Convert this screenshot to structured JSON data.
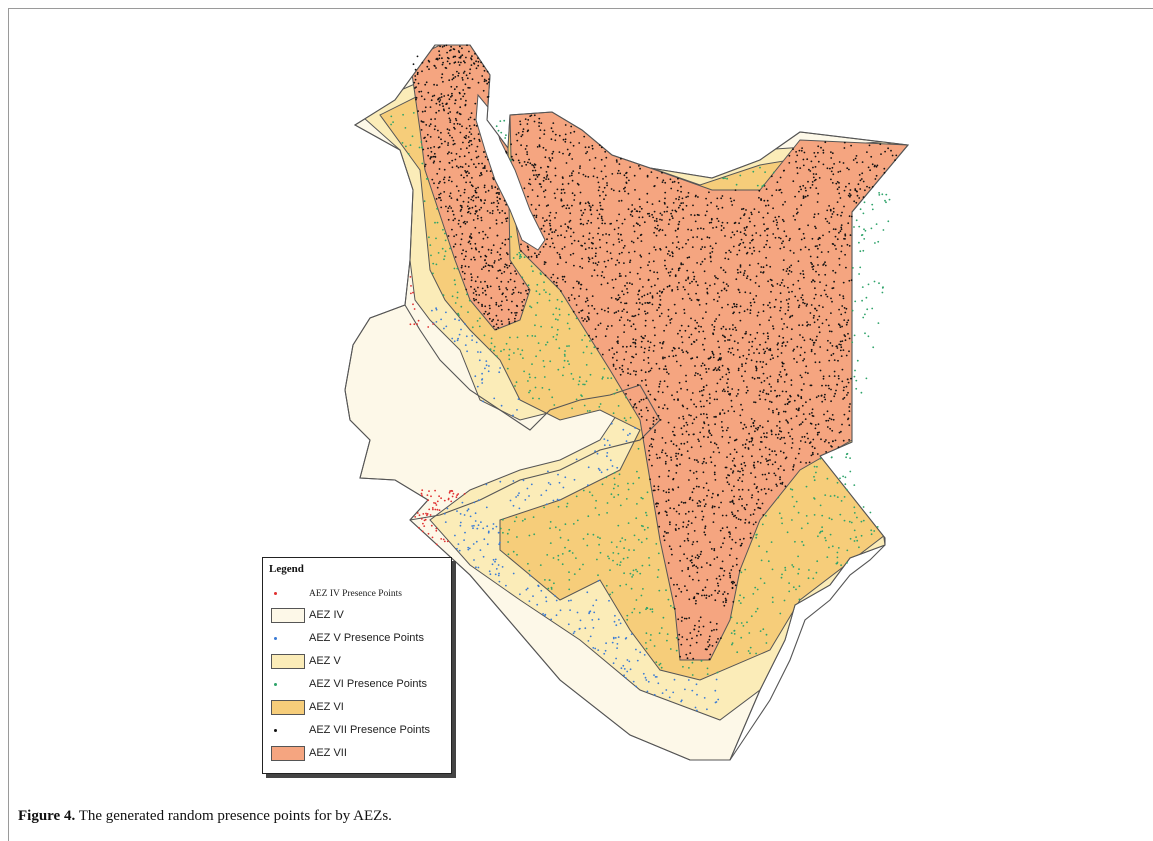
{
  "figure": {
    "label": "Figure 4.",
    "caption": "The generated random presence points for by AEZs."
  },
  "legend": {
    "title": "Legend",
    "items": [
      {
        "kind": "point",
        "label": "AEZ IV Presence Points",
        "color": "#e03030"
      },
      {
        "kind": "zone",
        "label": "AEZ IV",
        "color": "#fdf8e8"
      },
      {
        "kind": "point",
        "label": "AEZ V Presence Points",
        "color": "#3a7bd5"
      },
      {
        "kind": "zone",
        "label": "AEZ V",
        "color": "#fbecb8"
      },
      {
        "kind": "point",
        "label": "AEZ VI Presence Points",
        "color": "#2ea36a"
      },
      {
        "kind": "zone",
        "label": "AEZ VI",
        "color": "#f6cd7a"
      },
      {
        "kind": "point",
        "label": "AEZ VII Presence Points",
        "color": "#111111"
      },
      {
        "kind": "zone",
        "label": "AEZ VII",
        "color": "#f5a580"
      }
    ]
  },
  "colors": {
    "aez_iv": "#fdf8e8",
    "aez_v": "#fbecb8",
    "aez_vi": "#f6cd7a",
    "aez_vii": "#f5a580",
    "boundary": "#555555",
    "point_iv": "#e03030",
    "point_v": "#3a7bd5",
    "point_vi": "#2ea36a",
    "point_vii": "#111111"
  }
}
